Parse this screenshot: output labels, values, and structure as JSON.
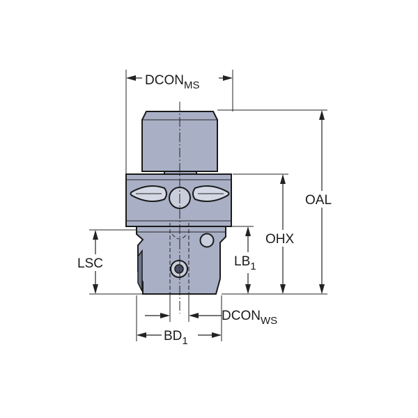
{
  "labels": {
    "dcon_ms": {
      "main": "DCON",
      "sub": "MS"
    },
    "oal": {
      "main": "OAL",
      "sub": ""
    },
    "ohx": {
      "main": "OHX",
      "sub": ""
    },
    "lsc": {
      "main": "LSC",
      "sub": ""
    },
    "lb1": {
      "main": "LB",
      "sub": "1"
    },
    "dcon_ws": {
      "main": "DCON",
      "sub": "WS"
    },
    "bd1": {
      "main": "BD",
      "sub": "1"
    }
  },
  "colors": {
    "body": "#a9b0c6",
    "body_dark": "#8d95ad",
    "outline": "#1a1a1a",
    "background": "#ffffff"
  }
}
